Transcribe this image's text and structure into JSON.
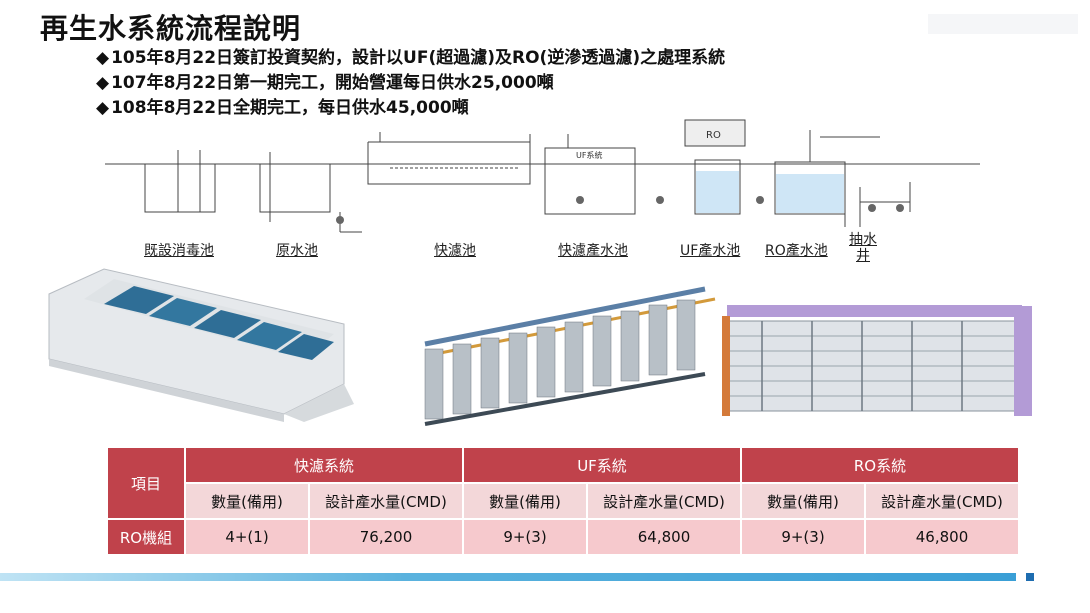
{
  "title": "再生水系統流程說明",
  "bullets": [
    "105年8月22日簽訂投資契約，設計以UF(超過濾)及RO(逆滲透過濾)之處理系統",
    "107年8月22日第一期完工，開始營運每日供水25,000噸",
    "108年8月22日全期完工，每日供水45,000噸"
  ],
  "bullet_marker": "◆",
  "diagram": {
    "tags": [
      "UF系統",
      "RO"
    ],
    "stages": [
      "既設消毒池",
      "原水池",
      "快濾池",
      "快濾產水池",
      "UF產水池",
      "RO產水池",
      "抽水井"
    ],
    "colors": {
      "water": "#cfe6f6",
      "line": "#444444"
    }
  },
  "renders": [
    "rapid-filter-tank-render",
    "uf-membrane-rack-render",
    "ro-membrane-rack-render"
  ],
  "table": {
    "corner_header": "項目",
    "groups": [
      "快濾系統",
      "UF系統",
      "RO系統"
    ],
    "subheaders": [
      "數量(備用)",
      "設計產水量(CMD)",
      "數量(備用)",
      "設計產水量(CMD)",
      "數量(備用)",
      "設計產水量(CMD)"
    ],
    "row_label": "RO機組",
    "values": [
      "4+(1)",
      "76,200",
      "9+(3)",
      "64,800",
      "9+(3)",
      "46,800"
    ],
    "colors": {
      "header": "#c0424b",
      "cell": "#f3d7d9"
    }
  }
}
